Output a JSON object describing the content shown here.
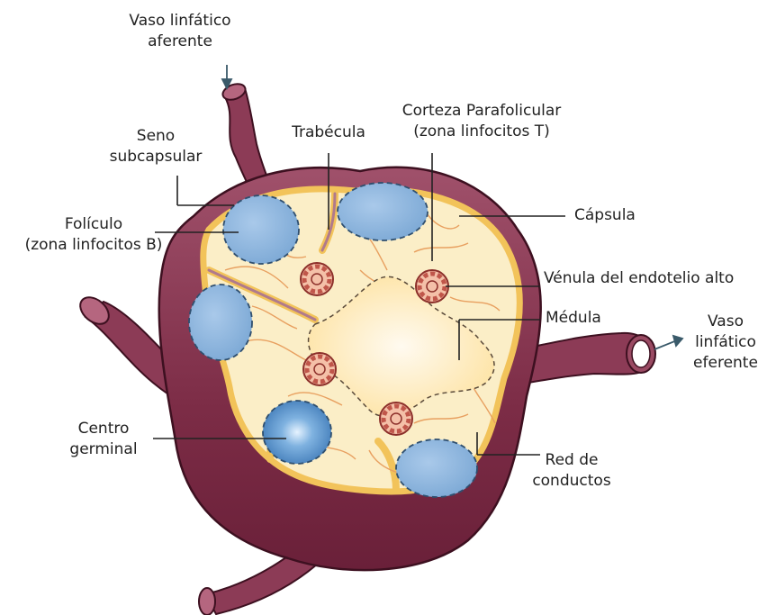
{
  "labels": {
    "vaso_aferente": [
      "Vaso linfático",
      "aferente"
    ],
    "seno_subcapsular": [
      "Seno",
      "subcapsular"
    ],
    "trabecula": [
      "Trabécula"
    ],
    "corteza_parafolicular": [
      "Corteza Parafolicular",
      "(zona linfocitos T)"
    ],
    "capsula": [
      "Cápsula"
    ],
    "foliculo": [
      "Folículo",
      "(zona linfocitos B)"
    ],
    "venula": [
      "Vénula del endotelio alto"
    ],
    "medula": [
      "Médula"
    ],
    "vaso_eferente": [
      "Vaso",
      "linfático",
      "eferente"
    ],
    "centro_germinal": [
      "Centro",
      "germinal"
    ],
    "red_conductos": [
      "Red de",
      "conductos"
    ]
  },
  "colors": {
    "capsule": "#7a2a44",
    "vessel": "#8c3b56",
    "vessel_highlight": "#b5667f",
    "sinus": "#f2c35a",
    "cortex": "#fbeec7",
    "medulla": "#fde5a8",
    "follicle": "#8fb7de",
    "conduit": "#e8a060",
    "venule": "#c0564a",
    "leader": "#222222"
  }
}
